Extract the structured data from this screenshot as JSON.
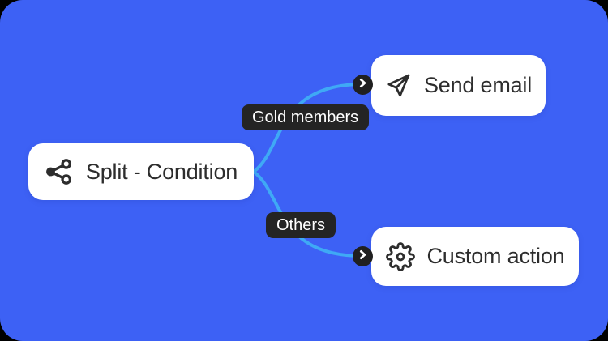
{
  "canvas": {
    "background_color": "#3D61F5",
    "edge_color": "#3FA9F5",
    "node_background": "#FFFFFF",
    "node_text_color": "#2D2D2D",
    "badge_background": "#242424",
    "badge_text_color": "#FFFFFF",
    "port_background": "#202020"
  },
  "nodes": {
    "split": {
      "label": "Split - Condition",
      "icon": "share-split-icon"
    },
    "send_email": {
      "label": "Send email",
      "icon": "paper-plane-send-icon"
    },
    "custom_action": {
      "label": "Custom action",
      "icon": "gear-icon"
    }
  },
  "edges": [
    {
      "from": "split",
      "to": "send_email",
      "label": "Gold members"
    },
    {
      "from": "split",
      "to": "custom_action",
      "label": "Others"
    }
  ],
  "icons": {
    "share-split-icon": "share-nodes glyph",
    "paper-plane-send-icon": "paper-plane glyph",
    "gear-icon": "cog glyph",
    "chevron-right-icon": "›"
  }
}
